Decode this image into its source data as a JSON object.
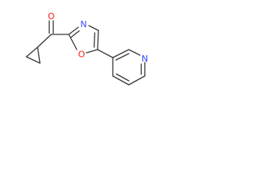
{
  "molecule": {
    "atoms": {
      "carbonyl_oxygen": {
        "symbol": "O",
        "color": "#ff1a1a"
      },
      "ring_oxygen": {
        "symbol": "O",
        "color": "#ff1a1a"
      },
      "oxazole_nitrogen": {
        "symbol": "N",
        "color": "#2f4bff"
      },
      "pyridine_nitrogen": {
        "symbol": "N",
        "color": "#2f4bff"
      }
    },
    "bond_color": "#3a3a3a"
  }
}
